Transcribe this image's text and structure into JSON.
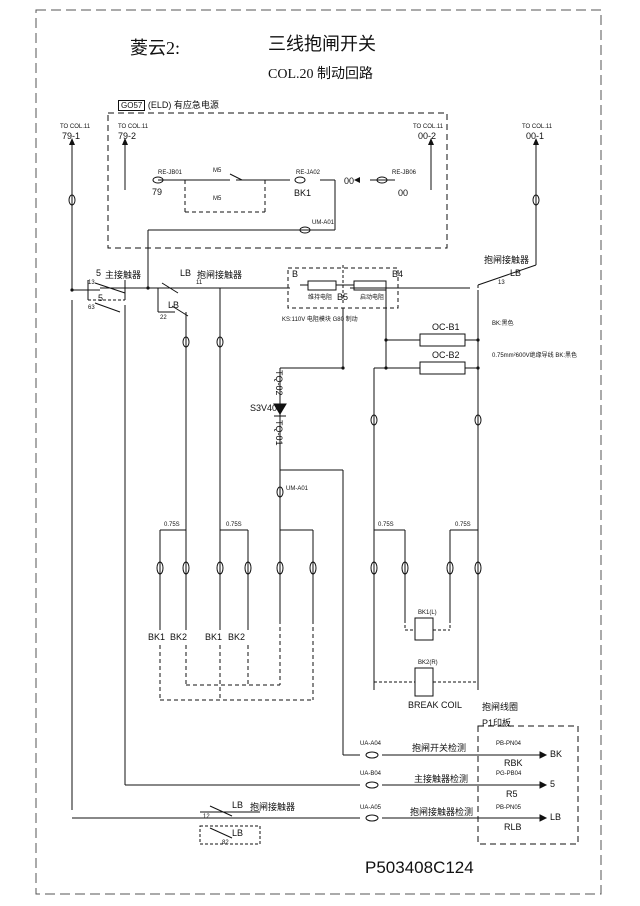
{
  "header": {
    "line_left": "菱云2:",
    "title": "三线抱闸开关",
    "subtitle": "COL.20   制动回路"
  },
  "emergency": {
    "tag": "GO57",
    "text": "(ELD) 有应急电源"
  },
  "columns": {
    "c1_to": "TO COL.11",
    "c1_id": "79-1",
    "c2_to": "TO COL.11",
    "c2_id": "79-2",
    "c3_to": "TO COL.11",
    "c3_id": "00-2",
    "c4_to": "TO COL.11",
    "c4_id": "00-1"
  },
  "emergency_parts": {
    "jb01": "RE-JB01",
    "n79": "79",
    "m5a": "M5",
    "m5b": "M5",
    "ja02": "RE-JA02",
    "bk1": "BK1",
    "jb06": "RE-JB06",
    "n00": "00",
    "n00b": "00",
    "ua01": "UM-A01"
  },
  "main": {
    "lbl_5": "5",
    "main_contactor": "主接触器",
    "lbl_5b": "5",
    "lb_a": "LB",
    "brake_contactor": "抱闸接触器",
    "lb_b": "LB",
    "brake_contactor_r": "抱闸接触器",
    "lb_r": "LB",
    "node13": "13",
    "node63": "63",
    "node11": "11",
    "node22": "22",
    "node13b": "13",
    "b": "B",
    "b5": "B5",
    "b4": "B4",
    "box_note1": "维持电阻",
    "box_note2": "启动电阻",
    "note_kr": "KS:110V 电阻模块 G80 制动",
    "oc_b1": "OC-B1",
    "oc_b2": "OC-B2",
    "tq02": "TQ-02",
    "s3v40": "S3V40",
    "tq01": "TQ-01",
    "ua_a01": "UM-A01",
    "cable_note": "0.75mm²600V绝缘导线 BK:黑色",
    "wire_note": "BK:黑色",
    "w1": "0.75S",
    "w2": "0.75S",
    "w3": "0.75S",
    "w4": "0.75S"
  },
  "switches": {
    "bk1_a": "BK1",
    "bk2_a": "BK2",
    "bk1_b": "BK1",
    "bk2_b": "BK2"
  },
  "coil": {
    "br1": "BK1(L)",
    "br2": "BK2(R)",
    "label": "BREAK  COIL",
    "label_cn": "抱闸线圈"
  },
  "board": {
    "title": "P1印板",
    "row1_conn": "UA-A04",
    "row1_text": "抱闸开关检测",
    "row1_port": "PB-PN04",
    "row1_sig": "RBK",
    "row1_out": "BK",
    "row2_conn": "UA-B04",
    "row2_text": "主接触器检测",
    "row2_port": "PG-PB04",
    "row2_sig": "R5",
    "row2_out": "5",
    "row3_conn": "UA-A05",
    "row3_text": "抱闸接触器检测",
    "row3_port": "PB-PN05",
    "row3_sig": "RLB",
    "row3_out": "LB"
  },
  "bottom": {
    "lb_1": "LB",
    "lb_text": "抱闸接触器",
    "n12": "12",
    "lb_2": "LB",
    "n82": "82"
  },
  "doc_code": "P503408C124",
  "colors": {
    "line": "#111111",
    "dash": "#333333",
    "paper": "#ffffff"
  }
}
